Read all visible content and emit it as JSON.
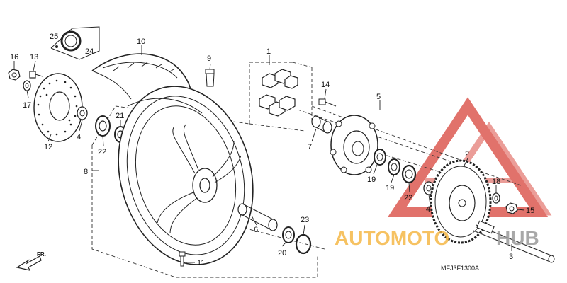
{
  "parts": [
    {
      "id": "p1",
      "label": "1",
      "name": "damper-rubbers"
    },
    {
      "id": "p2",
      "label": "2",
      "name": "driven-sprocket"
    },
    {
      "id": "p3",
      "label": "3",
      "name": "rear-axle"
    },
    {
      "id": "p4a",
      "label": "4",
      "name": "distance-collar-left"
    },
    {
      "id": "p4b",
      "label": "4",
      "name": "distance-collar-right"
    },
    {
      "id": "p5",
      "label": "5",
      "name": "final-driven-flange"
    },
    {
      "id": "p6",
      "label": "6",
      "name": "rear-wheel-collar"
    },
    {
      "id": "p7",
      "label": "7",
      "name": "flange-collar"
    },
    {
      "id": "p8",
      "label": "8",
      "name": "rear-wheel-assembly"
    },
    {
      "id": "p9",
      "label": "9",
      "name": "tire-valve"
    },
    {
      "id": "p10",
      "label": "10",
      "name": "rear-tire"
    },
    {
      "id": "p11",
      "label": "11",
      "name": "valve-stem"
    },
    {
      "id": "p12",
      "label": "12",
      "name": "rear-brake-disc"
    },
    {
      "id": "p13",
      "label": "13",
      "name": "disc-bolt"
    },
    {
      "id": "p14",
      "label": "14",
      "name": "flange-bolt"
    },
    {
      "id": "p15",
      "label": "15",
      "name": "sprocket-nut"
    },
    {
      "id": "p16",
      "label": "16",
      "name": "axle-nut"
    },
    {
      "id": "p17",
      "label": "17",
      "name": "washer-left"
    },
    {
      "id": "p18",
      "label": "18",
      "name": "washer-right"
    },
    {
      "id": "p19a",
      "label": "19",
      "name": "bearing-flange"
    },
    {
      "id": "p19b",
      "label": "19",
      "name": "bearing-flange-outer"
    },
    {
      "id": "p20",
      "label": "20",
      "name": "wheel-bearing-right"
    },
    {
      "id": "p21",
      "label": "21",
      "name": "wheel-bearing-left"
    },
    {
      "id": "p22a",
      "label": "22",
      "name": "dust-seal-left"
    },
    {
      "id": "p22b",
      "label": "22",
      "name": "dust-seal-right"
    },
    {
      "id": "p23",
      "label": "23",
      "name": "o-ring"
    },
    {
      "id": "p24",
      "label": "24",
      "name": "tire-pressure-label"
    },
    {
      "id": "p25",
      "label": "25",
      "name": "label-screw"
    }
  ],
  "diagram_code": "MFJ3F1300A",
  "front_indicator": "FR.",
  "watermark": {
    "part_a": "AUTOMOTO",
    "part_b": "HUB",
    "accent_color": "#f5b43c",
    "secondary_color": "#9a9a9a",
    "logo_color": "#d8443a"
  }
}
